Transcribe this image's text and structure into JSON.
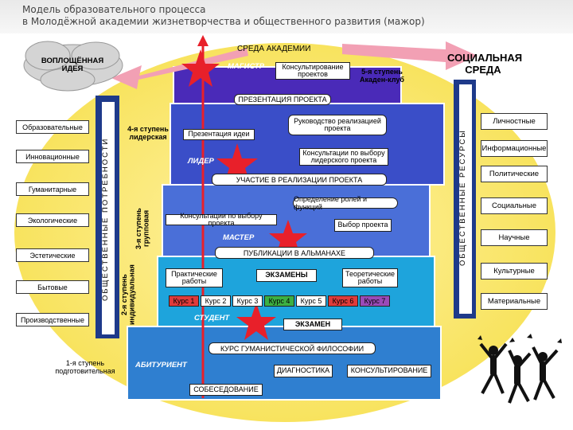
{
  "header": {
    "line1": "Модель образовательного процесса",
    "line2": "в Молодёжной академии жизнетворчества и общественного развития (мажор)"
  },
  "labels": {
    "academy_env": "СРЕДА АКАДЕМИИ",
    "embodied_idea": "ВОПЛОЩЁННАЯ ИДЕЯ",
    "social_env": "СОЦИАЛЬНАЯ СРЕДА",
    "needs_vertical": "ОБЩЕСТВЕННЫЕ ПОТРЕБНОСТИ",
    "resources_vertical": "ОБЩЕСТВЕННЫЕ РЕСУРСЫ"
  },
  "needs": [
    "Образовательные",
    "Инновационные",
    "Гуманитарные",
    "Экологические",
    "Эстетические",
    "Бытовые",
    "Производственные"
  ],
  "resources": [
    "Личностные",
    "Информационные",
    "Политические",
    "Социальные",
    "Научные",
    "Культурные",
    "Материальные"
  ],
  "levels": {
    "l5": "5-я ступень Акаден-клуб",
    "l4": "4-я ступень лидерская",
    "l3": "3-я ступень групповая",
    "l2": "2-я ступень индивидуальная",
    "l1": "1-я ступень подготовительная"
  },
  "roles": {
    "magistr": "МАГИСТР",
    "lider": "ЛИДЕР",
    "master": "МАСТЕР",
    "student": "СТУДЕНТ",
    "abiturient": "АБИТУРИЕНТ"
  },
  "top": {
    "consult_projects": "Консультирование проектов",
    "project_presentation": "ПРЕЗЕНТАЦИЯ ПРОЕКТА"
  },
  "tier4": {
    "idea_presentation": "Презентация идеи",
    "project_lead": "Руководство реализацией проекта",
    "leader_consult": "Консультации по выбору лидерского проекта",
    "participation": "УЧАСТИЕ В РЕАЛИЗАЦИИ ПРОЕКТА"
  },
  "tier3": {
    "roles_functions": "Определение ролей и функций",
    "project_consult": "Консультации по выбору проекта",
    "project_choice": "Выбор проекта",
    "publications": "ПУБЛИКАЦИИ В АЛЬМАНАХЕ"
  },
  "tier2": {
    "practical": "Практические работы",
    "exams": "ЭКЗАМЕНЫ",
    "theoretical": "Теоретические работы",
    "courses": [
      "Курс 1",
      "Курс 2",
      "Курс 3",
      "Курс 4",
      "Курс 5",
      "Курс 6",
      "Курс 7"
    ],
    "exam": "ЭКЗАМЕН"
  },
  "tier1": {
    "course": "КУРС ГУМАНИСТИЧЕСКОЙ ФИЛОСОФИИ",
    "diagnostics": "ДИАГНОСТИКА",
    "consulting": "КОНСУЛЬТИРОВАНИЕ",
    "interview": "СОБЕСЕДОВАНИЕ"
  },
  "colors": {
    "sun": "#fcea75",
    "tier1": "#2f7fd0",
    "tier2": "#1ea4dc",
    "tier3": "#4a6fd8",
    "tier4": "#3a4ec8",
    "tier5": "#4a2ab8",
    "star": "#e8202a",
    "course_red": "#e03a3a",
    "course_green": "#3cb043",
    "course_purple": "#9a4ab8",
    "arrow_pink": "#f2a0b4"
  }
}
